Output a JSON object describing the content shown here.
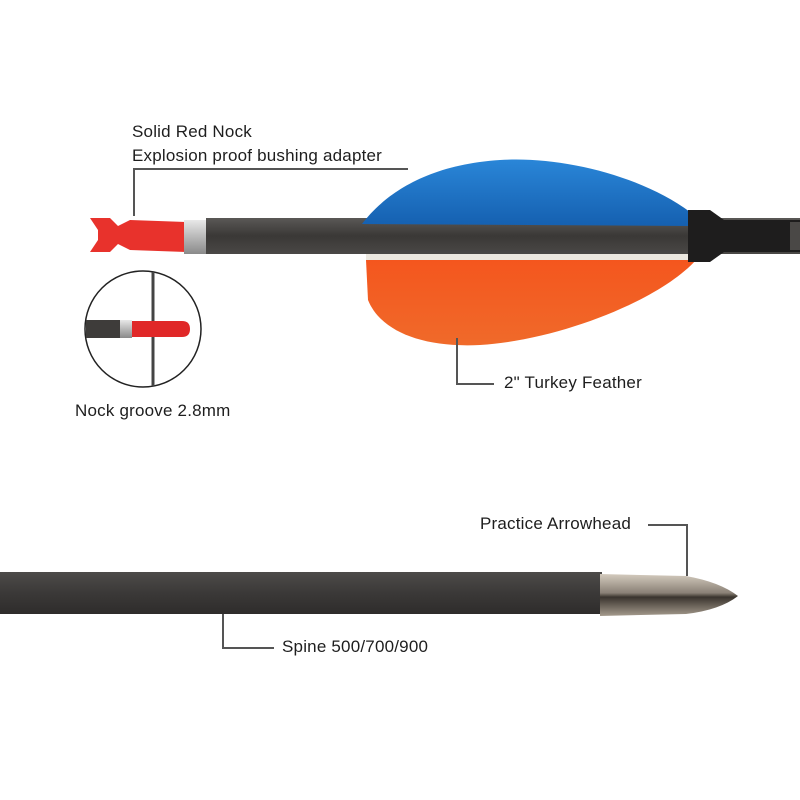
{
  "labels": {
    "nock_title": "Solid Red Nock",
    "nock_subtitle": "Explosion proof bushing adapter",
    "nock_groove": "Nock groove 2.8mm",
    "feather": "2\" Turkey Feather",
    "arrowhead": "Practice Arrowhead",
    "spine": "Spine 500/700/900"
  },
  "colors": {
    "nock_red": "#e8322c",
    "vane_blue": "#1e6fc0",
    "vane_orange": "#f04a1e",
    "shaft_dark": "#3d3b3a",
    "line_gray": "#555555",
    "tip_silver": "#a89e92"
  }
}
